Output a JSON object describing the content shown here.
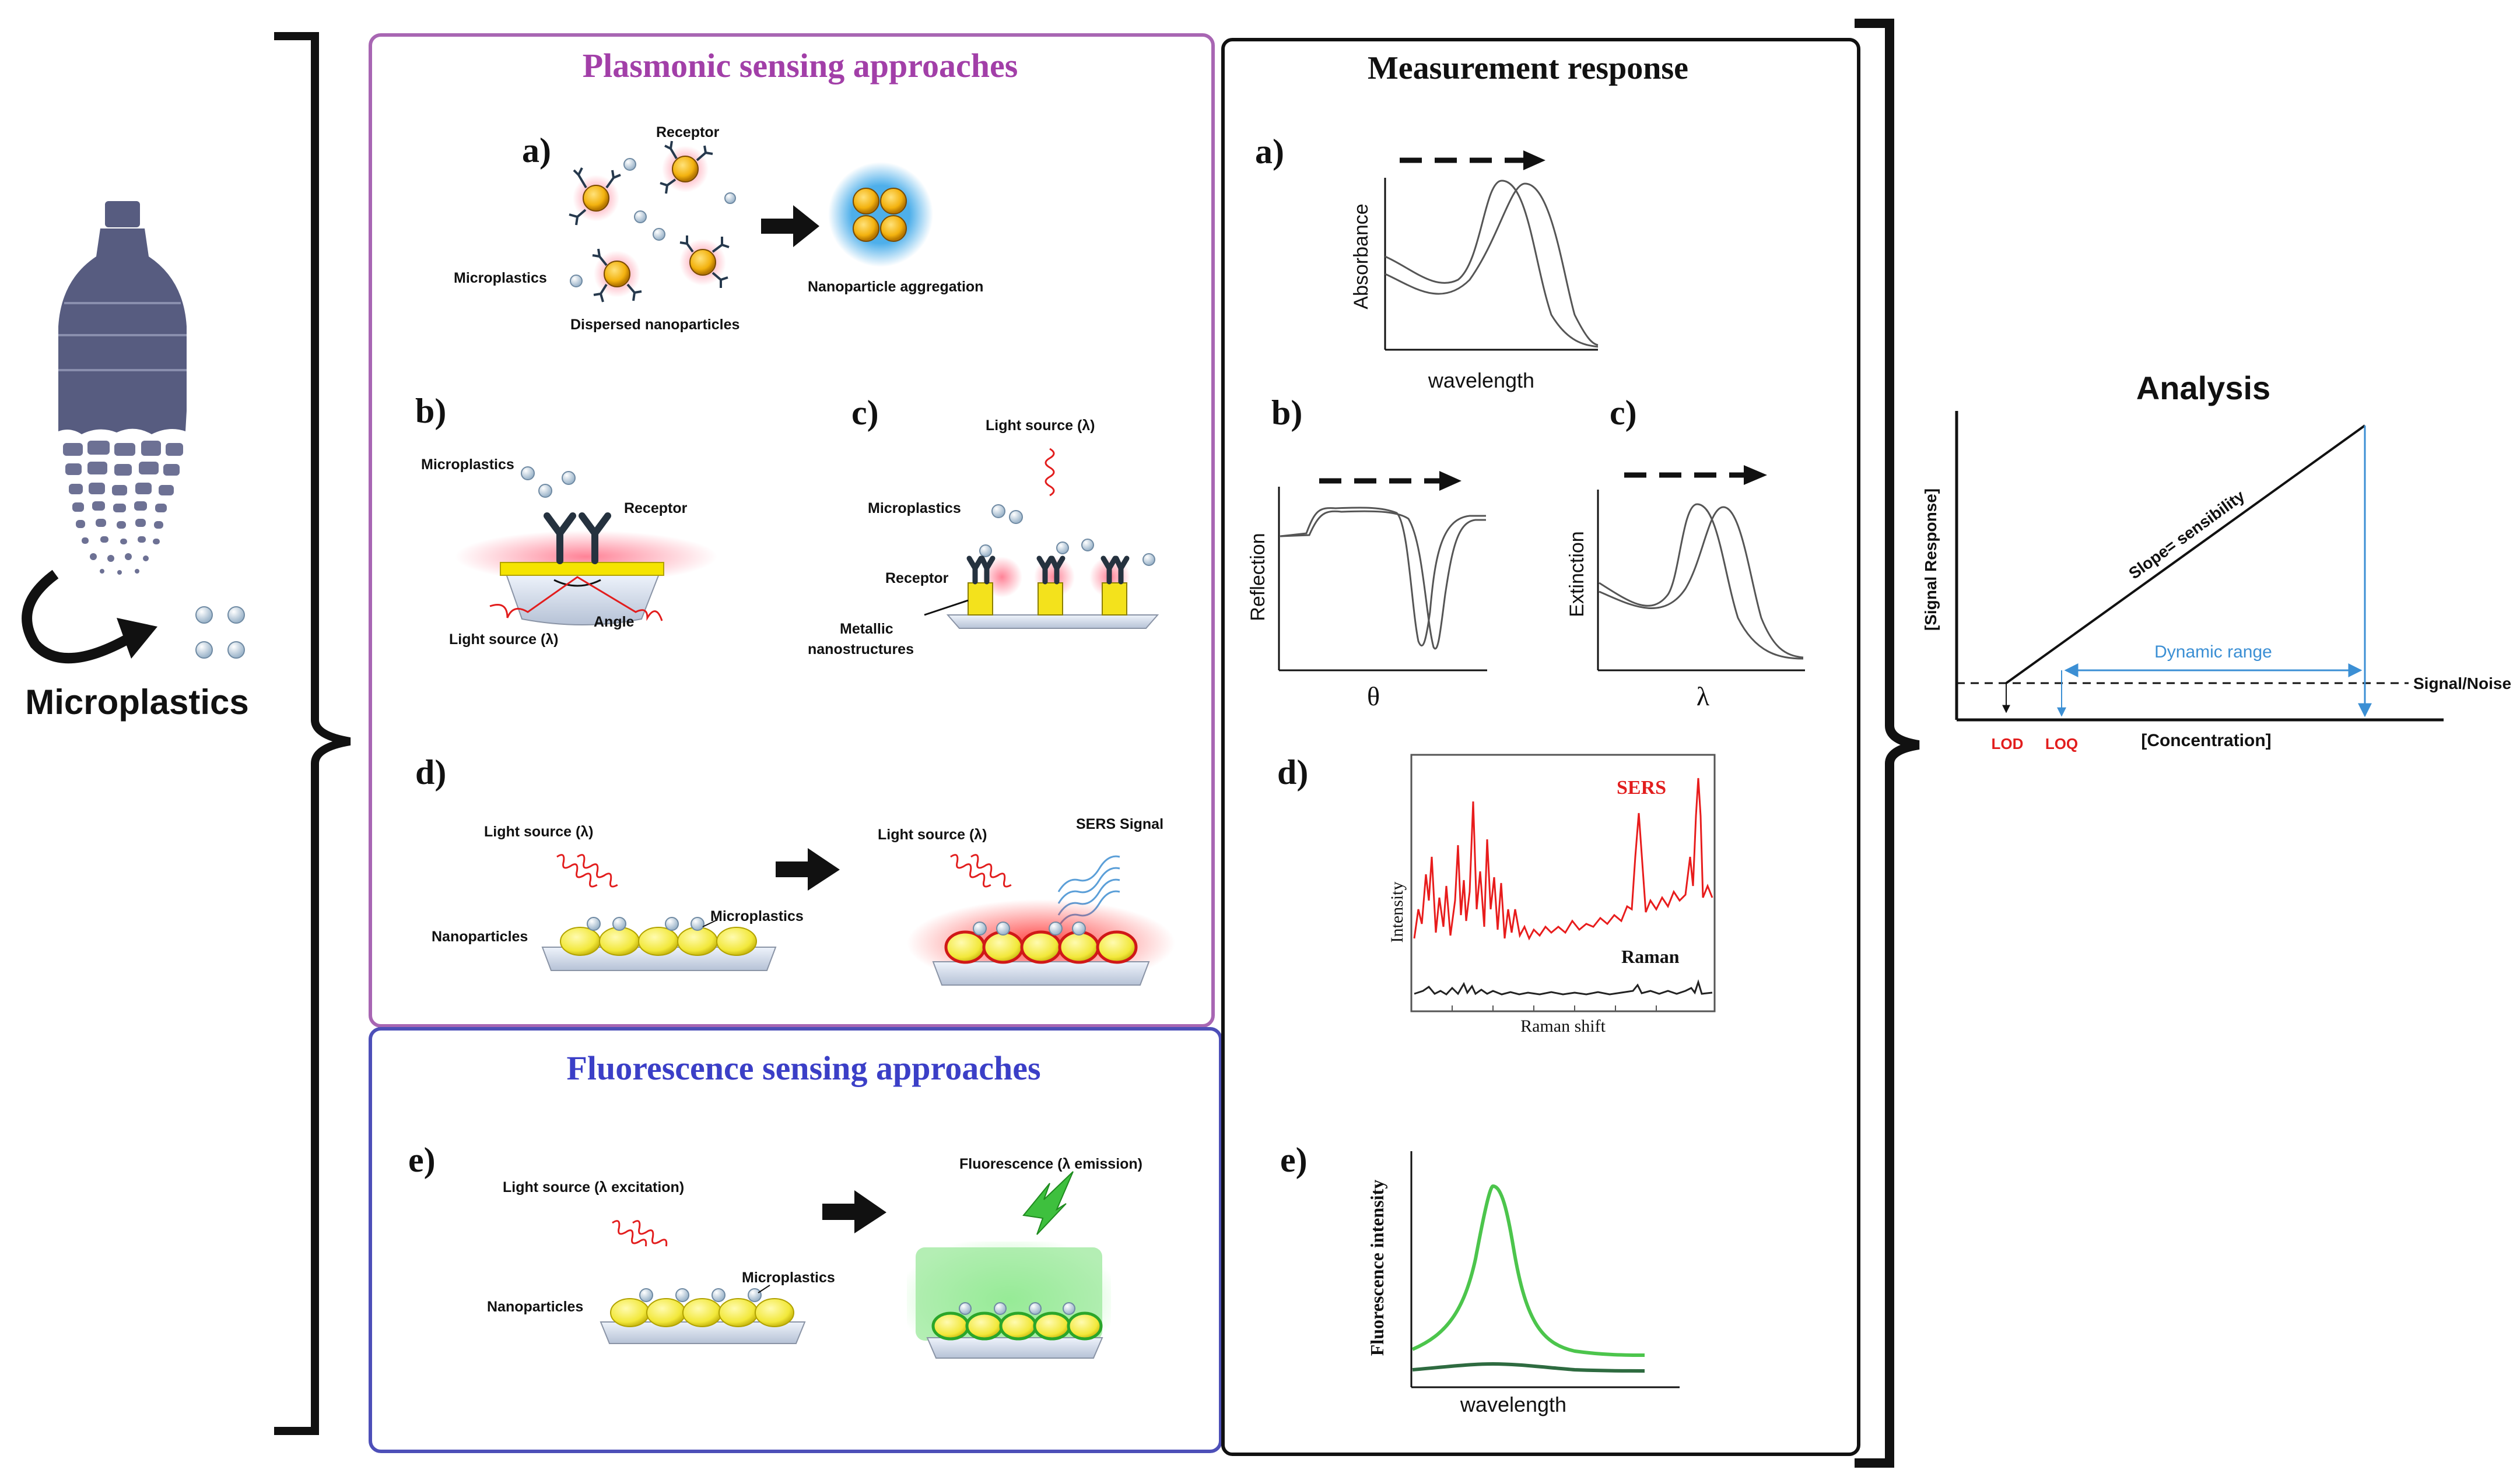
{
  "left": {
    "label": "Microplastics"
  },
  "plasmonic": {
    "title": "Plasmonic sensing approaches",
    "a": {
      "letter": "a)",
      "receptor": "Receptor",
      "microplastics": "Microplastics",
      "dispersed": "Dispersed nanoparticles",
      "aggregation": "Nanoparticle aggregation"
    },
    "b": {
      "letter": "b)",
      "microplastics": "Microplastics",
      "receptor": "Receptor",
      "angle": "Angle",
      "light": "Light source (λ)"
    },
    "c": {
      "letter": "c)",
      "light": "Light source (λ)",
      "microplastics": "Microplastics",
      "receptor": "Receptor",
      "metallic_1": "Metallic",
      "metallic_2": "nanostructures"
    },
    "d": {
      "letter": "d)",
      "light_1": "Light source (λ)",
      "nanoparticles": "Nanoparticles",
      "microplastics": "Microplastics",
      "light_2": "Light source (λ)",
      "sers": "SERS Signal"
    }
  },
  "fluorescence": {
    "title": "Fluorescence sensing approaches",
    "e": {
      "letter": "e)",
      "light": "Light source (λ excitation)",
      "nanoparticles": "Nanoparticles",
      "microplastics": "Microplastics",
      "emission": "Fluorescence (λ emission)"
    }
  },
  "measurement": {
    "title": "Measurement response",
    "a": {
      "letter": "a)",
      "ylabel": "Absorbance",
      "xlabel": "wavelength"
    },
    "b": {
      "letter": "b)",
      "ylabel": "Reflection",
      "xlabel": "θ"
    },
    "c": {
      "letter": "c)",
      "ylabel": "Extinction",
      "xlabel": "λ"
    },
    "d": {
      "letter": "d)",
      "ylabel": "Intensity",
      "xlabel": "Raman shift",
      "sers": "SERS",
      "raman": "Raman"
    },
    "e": {
      "letter": "e)",
      "ylabel": "Fluorescence intensity",
      "xlabel": "wavelength"
    }
  },
  "analysis": {
    "title": "Analysis",
    "ylabel": "[Signal Response]",
    "xlabel": "[Concentration]",
    "slope": "Slope= sensibility",
    "dynamic": "Dynamic range",
    "signal_noise": "Signal/Noise",
    "lod": "LOD",
    "loq": "LOQ"
  },
  "colors": {
    "plasmonic_border": "#a866b3",
    "plasmonic_title": "#a23fa8",
    "fluor_border": "#4d4fb8",
    "fluor_title": "#3b3fc7",
    "gold": "#f3b20f",
    "yellow": "#f2e83a",
    "red": "#e21d1d",
    "green": "#4cc54c",
    "blue_line": "#3b8fd4",
    "bottle": "#575c80"
  }
}
